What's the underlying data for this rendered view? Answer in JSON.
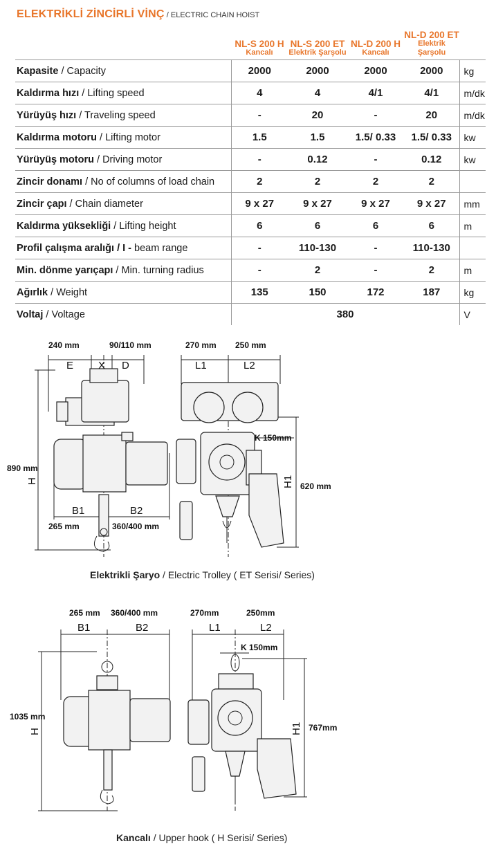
{
  "header": {
    "title_tr": "ELEKTRİKLİ ZİNCİRLİ VİNÇ",
    "title_sep": " / ",
    "title_en": "ELECTRIC CHAIN HOIST"
  },
  "columns": [
    {
      "model": "NL-S 200 H",
      "type": "Kancalı"
    },
    {
      "model": "NL-S 200 ET",
      "type": "Elektrik Şarşolu"
    },
    {
      "model": "NL-D 200 H",
      "type": "Kancalı"
    },
    {
      "model": "NL-D 200 ET",
      "type": "Elektrik Şarşolu"
    }
  ],
  "rows": [
    {
      "tr": "Kapasite",
      "en": "Capacity",
      "values": [
        "2000",
        "2000",
        "2000",
        "2000"
      ],
      "unit": "kg"
    },
    {
      "tr": "Kaldırma hızı",
      "en": "Lifting speed",
      "values": [
        "4",
        "4",
        "4/1",
        "4/1"
      ],
      "unit": "m/dk"
    },
    {
      "tr": "Yürüyüş hızı",
      "en": "Traveling speed",
      "values": [
        "-",
        "20",
        "-",
        "20"
      ],
      "unit": "m/dk"
    },
    {
      "tr": "Kaldırma motoru",
      "en": "Lifting motor",
      "values": [
        "1.5",
        "1.5",
        "1.5/ 0.33",
        "1.5/ 0.33"
      ],
      "unit": "kw"
    },
    {
      "tr": "Yürüyüş motoru",
      "en": "Driving motor",
      "values": [
        "-",
        "0.12",
        "-",
        "0.12"
      ],
      "unit": "kw"
    },
    {
      "tr": "Zincir donamı",
      "en": "No of columns of load chain",
      "values": [
        "2",
        "2",
        "2",
        "2"
      ],
      "unit": ""
    },
    {
      "tr": "Zincir çapı",
      "en": "Chain diameter",
      "values": [
        "9 x 27",
        "9 x 27",
        "9 x 27",
        "9 x 27"
      ],
      "unit": "mm"
    },
    {
      "tr": "Kaldırma yüksekliği",
      "en": "Lifting height",
      "values": [
        "6",
        "6",
        "6",
        "6"
      ],
      "unit": "m"
    },
    {
      "tr": "Profil çalışma aralığı / I -",
      "en": "beam range",
      "values": [
        "-",
        "110-130",
        "-",
        "110-130"
      ],
      "unit": ""
    },
    {
      "tr": "Min. dönme yarıçapı",
      "en": "Min. turning radius",
      "values": [
        "-",
        "2",
        "-",
        "2"
      ],
      "unit": "m"
    },
    {
      "tr": "Ağırlık",
      "en": "Weight",
      "values": [
        "135",
        "150",
        "172",
        "187"
      ],
      "unit": "kg"
    }
  ],
  "voltage_row": {
    "tr": "Voltaj",
    "en": "Voltage",
    "value": "380",
    "unit": "V"
  },
  "diagram1": {
    "dims": {
      "E_mm": "240 mm",
      "XD_mm": "90/110 mm",
      "L1_mm": "270 mm",
      "L2_mm": "250 mm",
      "H_mm": "890 mm",
      "B1_mm": "265 mm",
      "B2_mm": "360/400 mm",
      "K_mm": "K 150mm",
      "H1_mm": "620 mm"
    },
    "labels": {
      "E": "E",
      "X": "X",
      "D": "D",
      "L1": "L1",
      "L2": "L2",
      "H": "H",
      "B1": "B1",
      "B2": "B2",
      "H1": "H1"
    },
    "caption_tr": "Elektrikli Şaryo",
    "caption_en": " / Electric Trolley ( ET Serisi/ Series)"
  },
  "diagram2": {
    "dims": {
      "B1_mm": "265 mm",
      "B2_mm": "360/400 mm",
      "L1_mm": "270mm",
      "L2_mm": "250mm",
      "H_mm": "1035 mm",
      "K_mm": "K 150mm",
      "H1_mm": "767mm"
    },
    "labels": {
      "B1": "B1",
      "B2": "B2",
      "L1": "L1",
      "L2": "L2",
      "H": "H",
      "H1": "H1"
    },
    "caption_tr": "Kancalı",
    "caption_en": " / Upper hook ( H Serisi/ Series)"
  }
}
